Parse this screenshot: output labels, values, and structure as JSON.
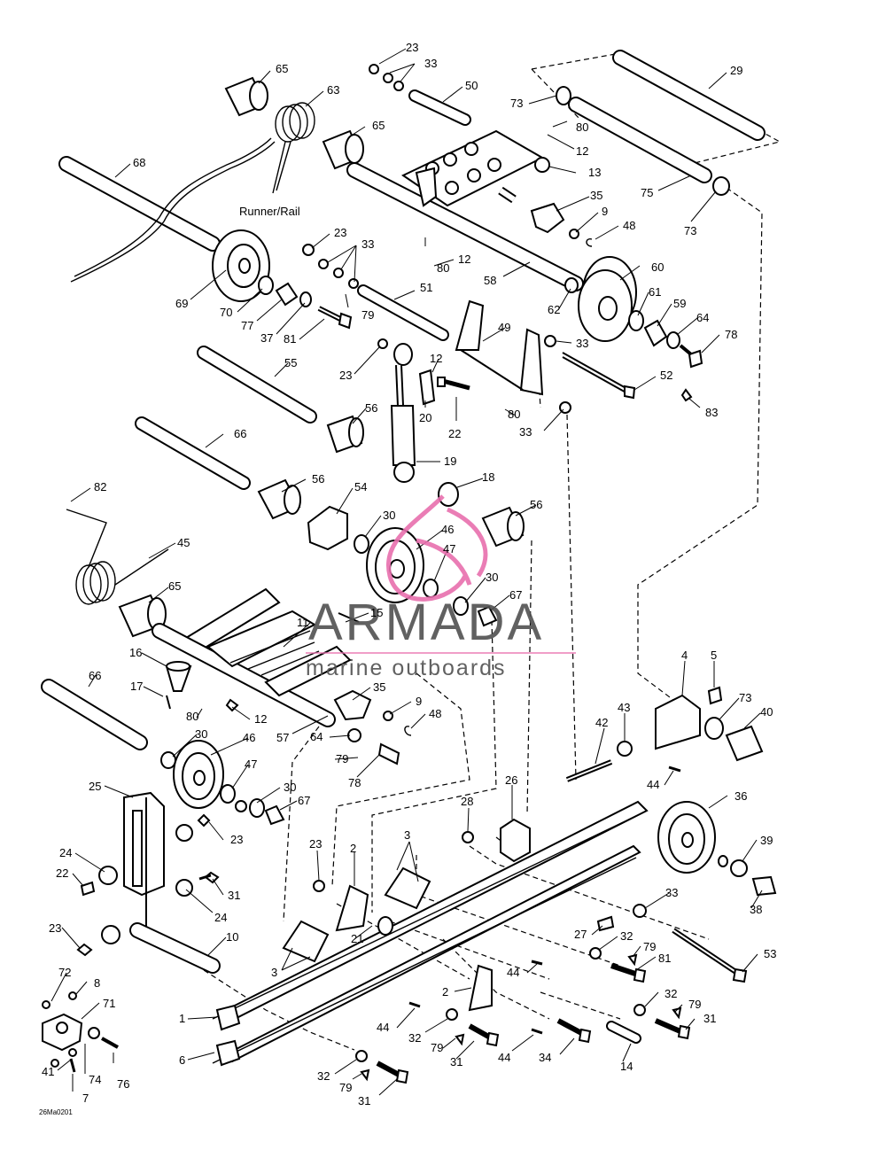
{
  "diagram": {
    "reference_code": "26Ma0201",
    "group_label": "Runner/Rail",
    "watermark": {
      "brand": "ARMADA",
      "tagline": "marine outboards",
      "accent_color": "#e86fae"
    },
    "callouts": [
      {
        "id": "c23a",
        "text": "23"
      },
      {
        "id": "c33a",
        "text": "33"
      },
      {
        "id": "c50",
        "text": "50"
      },
      {
        "id": "c29",
        "text": "29"
      },
      {
        "id": "c65a",
        "text": "65"
      },
      {
        "id": "c63",
        "text": "63"
      },
      {
        "id": "c65b",
        "text": "65"
      },
      {
        "id": "c73a",
        "text": "73"
      },
      {
        "id": "c80a",
        "text": "80"
      },
      {
        "id": "c12a",
        "text": "12"
      },
      {
        "id": "c13",
        "text": "13"
      },
      {
        "id": "c68",
        "text": "68"
      },
      {
        "id": "c35a",
        "text": "35"
      },
      {
        "id": "c9a",
        "text": "9"
      },
      {
        "id": "c48a",
        "text": "48"
      },
      {
        "id": "c75",
        "text": "75"
      },
      {
        "id": "c73b",
        "text": "73"
      },
      {
        "id": "c23b",
        "text": "23"
      },
      {
        "id": "c33b",
        "text": "33"
      },
      {
        "id": "c80b",
        "text": "80"
      },
      {
        "id": "c12b",
        "text": "12"
      },
      {
        "id": "c58",
        "text": "58"
      },
      {
        "id": "c60",
        "text": "60"
      },
      {
        "id": "c69",
        "text": "69"
      },
      {
        "id": "c70",
        "text": "70"
      },
      {
        "id": "c77",
        "text": "77"
      },
      {
        "id": "c37",
        "text": "37"
      },
      {
        "id": "c81a",
        "text": "81"
      },
      {
        "id": "c79a",
        "text": "79"
      },
      {
        "id": "c51",
        "text": "51"
      },
      {
        "id": "c62",
        "text": "62"
      },
      {
        "id": "c61",
        "text": "61"
      },
      {
        "id": "c59",
        "text": "59"
      },
      {
        "id": "c64a",
        "text": "64"
      },
      {
        "id": "c78a",
        "text": "78"
      },
      {
        "id": "c49",
        "text": "49"
      },
      {
        "id": "c33c",
        "text": "33"
      },
      {
        "id": "c55",
        "text": "55"
      },
      {
        "id": "c23c",
        "text": "23"
      },
      {
        "id": "c12c",
        "text": "12"
      },
      {
        "id": "c52",
        "text": "52"
      },
      {
        "id": "c83",
        "text": "83"
      },
      {
        "id": "c20",
        "text": "20"
      },
      {
        "id": "c22a",
        "text": "22"
      },
      {
        "id": "c80c",
        "text": "80"
      },
      {
        "id": "c33d",
        "text": "33"
      },
      {
        "id": "c56a",
        "text": "56"
      },
      {
        "id": "c19",
        "text": "19"
      },
      {
        "id": "c66a",
        "text": "66"
      },
      {
        "id": "c56b",
        "text": "56"
      },
      {
        "id": "c54",
        "text": "54"
      },
      {
        "id": "c18",
        "text": "18"
      },
      {
        "id": "c82",
        "text": "82"
      },
      {
        "id": "c30a",
        "text": "30"
      },
      {
        "id": "c46a",
        "text": "46"
      },
      {
        "id": "c56c",
        "text": "56"
      },
      {
        "id": "c45",
        "text": "45"
      },
      {
        "id": "c47a",
        "text": "47"
      },
      {
        "id": "c30b",
        "text": "30"
      },
      {
        "id": "c67a",
        "text": "67"
      },
      {
        "id": "c65c",
        "text": "65"
      },
      {
        "id": "c15",
        "text": "15"
      },
      {
        "id": "c11",
        "text": "11"
      },
      {
        "id": "c16",
        "text": "16"
      },
      {
        "id": "c17",
        "text": "17"
      },
      {
        "id": "c35b",
        "text": "35"
      },
      {
        "id": "c66b",
        "text": "66"
      },
      {
        "id": "c80d",
        "text": "80"
      },
      {
        "id": "c12d",
        "text": "12"
      },
      {
        "id": "c9b",
        "text": "9"
      },
      {
        "id": "c48b",
        "text": "48"
      },
      {
        "id": "c57",
        "text": "57"
      },
      {
        "id": "c64b",
        "text": "64"
      },
      {
        "id": "c30c",
        "text": "30"
      },
      {
        "id": "c46b",
        "text": "46"
      },
      {
        "id": "c79b",
        "text": "79"
      },
      {
        "id": "c78b",
        "text": "78"
      },
      {
        "id": "c47b",
        "text": "47"
      },
      {
        "id": "c4",
        "text": "4"
      },
      {
        "id": "c5",
        "text": "5"
      },
      {
        "id": "c73c",
        "text": "73"
      },
      {
        "id": "c40",
        "text": "40"
      },
      {
        "id": "c42",
        "text": "42"
      },
      {
        "id": "c43",
        "text": "43"
      },
      {
        "id": "c44a",
        "text": "44"
      },
      {
        "id": "c25",
        "text": "25"
      },
      {
        "id": "c30d",
        "text": "30"
      },
      {
        "id": "c67b",
        "text": "67"
      },
      {
        "id": "c26",
        "text": "26"
      },
      {
        "id": "c36",
        "text": "36"
      },
      {
        "id": "c28",
        "text": "28"
      },
      {
        "id": "c23d",
        "text": "23"
      },
      {
        "id": "c24a",
        "text": "24"
      },
      {
        "id": "c23e",
        "text": "23"
      },
      {
        "id": "c2a",
        "text": "2"
      },
      {
        "id": "c3a",
        "text": "3"
      },
      {
        "id": "c39",
        "text": "39"
      },
      {
        "id": "c22b",
        "text": "22"
      },
      {
        "id": "c31a",
        "text": "31"
      },
      {
        "id": "c24b",
        "text": "24"
      },
      {
        "id": "c38",
        "text": "38"
      },
      {
        "id": "c33e",
        "text": "33"
      },
      {
        "id": "c23f",
        "text": "23"
      },
      {
        "id": "c10",
        "text": "10"
      },
      {
        "id": "c21",
        "text": "21"
      },
      {
        "id": "c27",
        "text": "27"
      },
      {
        "id": "c32a",
        "text": "32"
      },
      {
        "id": "c53",
        "text": "53"
      },
      {
        "id": "c79c",
        "text": "79"
      },
      {
        "id": "c81b",
        "text": "81"
      },
      {
        "id": "c3b",
        "text": "3"
      },
      {
        "id": "c72",
        "text": "72"
      },
      {
        "id": "c8",
        "text": "8"
      },
      {
        "id": "c44b",
        "text": "44"
      },
      {
        "id": "c71",
        "text": "71"
      },
      {
        "id": "c2b",
        "text": "2"
      },
      {
        "id": "c1",
        "text": "1"
      },
      {
        "id": "c32b",
        "text": "32"
      },
      {
        "id": "c79d",
        "text": "79"
      },
      {
        "id": "c31b",
        "text": "31"
      },
      {
        "id": "c44c",
        "text": "44"
      },
      {
        "id": "c32c",
        "text": "32"
      },
      {
        "id": "c79e",
        "text": "79"
      },
      {
        "id": "c44d",
        "text": "44"
      },
      {
        "id": "c34",
        "text": "34"
      },
      {
        "id": "c14",
        "text": "14"
      },
      {
        "id": "c31c",
        "text": "31"
      },
      {
        "id": "c6",
        "text": "6"
      },
      {
        "id": "c76",
        "text": "76"
      },
      {
        "id": "c41",
        "text": "41"
      },
      {
        "id": "c74",
        "text": "74"
      },
      {
        "id": "c7",
        "text": "7"
      },
      {
        "id": "c32d",
        "text": "32"
      },
      {
        "id": "c79f",
        "text": "79"
      },
      {
        "id": "c31d",
        "text": "31"
      }
    ]
  }
}
